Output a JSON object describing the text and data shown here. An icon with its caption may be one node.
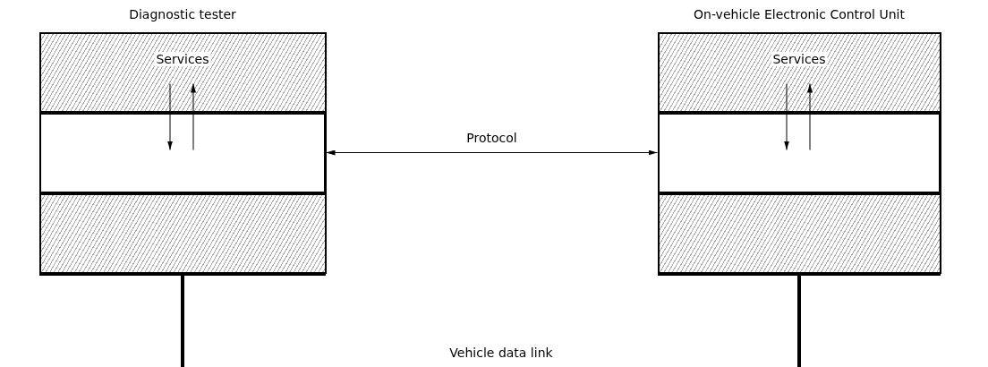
{
  "diagram": {
    "nodes": [
      {
        "text": [
          "Diagnostic tester"
        ]
      },
      {
        "text": [
          "Services"
        ],
        "in": 0
      },
      {
        "text": [],
        "shape": "box",
        "in": 0
      },
      {
        "text": [],
        "shape": "box",
        "in": 0
      },
      {
        "text": [
          "On-vehicle Electronic Control Unit"
        ]
      },
      {
        "text": [
          "Services"
        ],
        "in": 4
      },
      {
        "text": [],
        "shape": "box",
        "in": 4
      },
      {
        "text": [],
        "shape": "box",
        "in": 4
      }
    ],
    "edges": [
      {
        "from": 1,
        "to": 2,
        "arrow": "to"
      },
      {
        "from": 2,
        "to": 1,
        "arrow": "to"
      },
      {
        "from": 5,
        "to": 6,
        "arrow": "to"
      },
      {
        "from": 6,
        "to": 5,
        "arrow": "to"
      },
      {
        "from": 2,
        "to": 6,
        "label": "Protocol",
        "arrow": "both"
      },
      {
        "from": 3,
        "to": null,
        "arrow": "none",
        "style": "thick"
      },
      {
        "from": 7,
        "to": null,
        "arrow": "none",
        "style": "thick"
      }
    ],
    "labels": [
      "Vehicle data link"
    ]
  }
}
